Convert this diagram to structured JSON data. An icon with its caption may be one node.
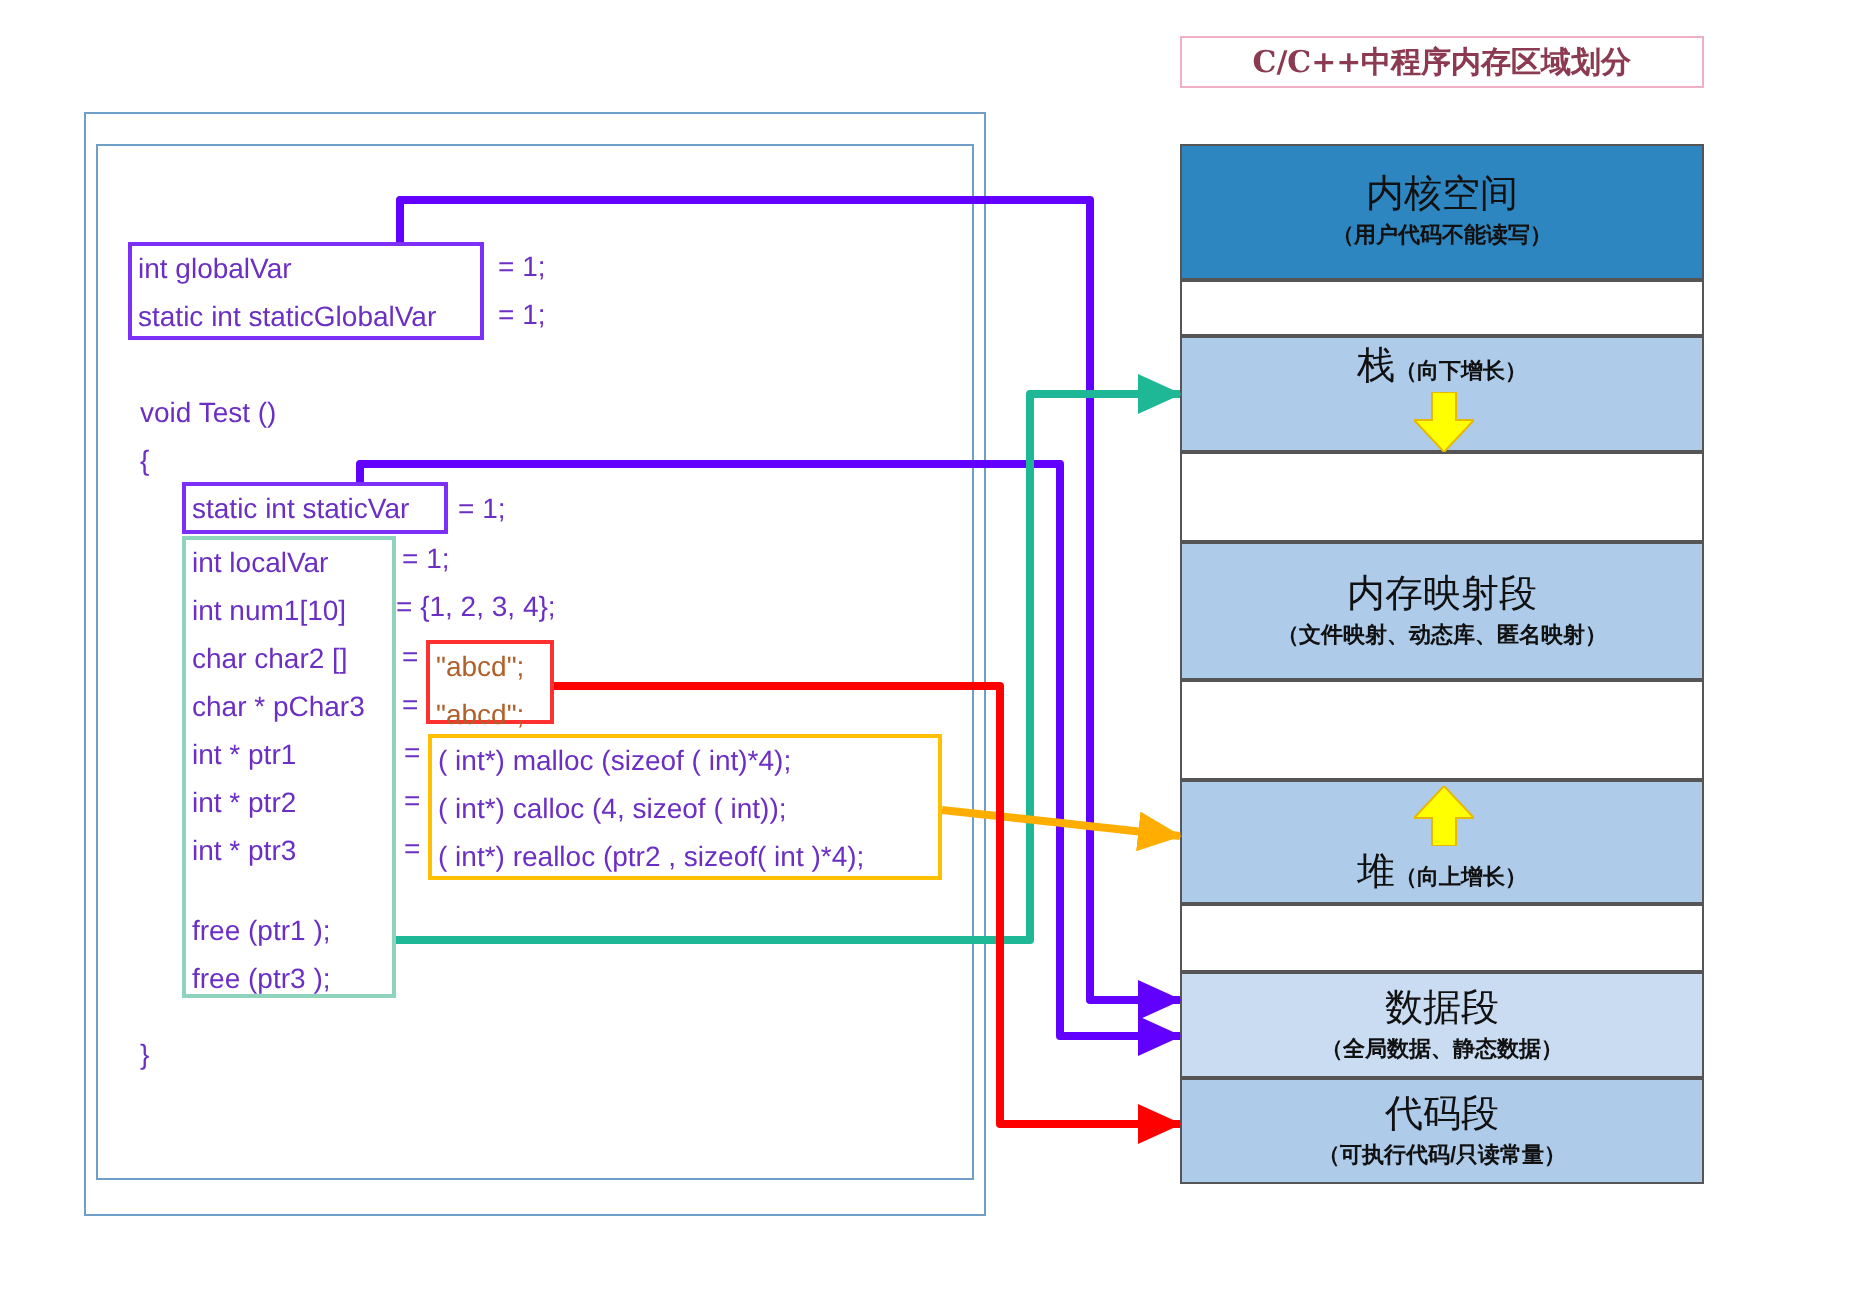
{
  "diagram": {
    "title": "C/C++中程序内存区域划分",
    "nodes": [
      {
        "text": [],
        "shape": "box"
      },
      {
        "text": [
          "int globalVar",
          "static int staticGlobalVar"
        ],
        "in": 0
      },
      {
        "text": [
          "static int staticVar"
        ],
        "in": 0
      },
      {
        "text": [
          "int localVar",
          "int num1[10]",
          "char char2 []",
          "char * pChar3",
          "int * ptr1",
          "int * ptr2",
          "int * ptr3",
          "free (ptr1 );",
          "free (ptr3 );"
        ],
        "in": 0
      },
      {
        "text": [
          "\"abcd\";",
          "\"abcd\";"
        ],
        "in": 0
      },
      {
        "text": [
          "( int*) malloc (sizeof ( int)*4);",
          "( int*) calloc (4, sizeof ( int));",
          "( int*) realloc (ptr2 , sizeof( int )*4);"
        ],
        "in": 0
      },
      {
        "text": [
          "内核空间",
          "（用户代码不能读写）"
        ]
      },
      {
        "text": [],
        "shape": "box"
      },
      {
        "text": [
          "栈",
          "（向下增长）"
        ]
      },
      {
        "text": [],
        "shape": "box"
      },
      {
        "text": [
          "内存映射段",
          "（文件映射、动态库、匿名映射）"
        ]
      },
      {
        "text": [],
        "shape": "box"
      },
      {
        "text": [
          "堆",
          "（向上增长）"
        ]
      },
      {
        "text": [],
        "shape": "box"
      },
      {
        "text": [
          "数据段",
          "（全局数据、静态数据）"
        ]
      },
      {
        "text": [
          "代码段",
          "（可执行代码/只读常量）"
        ]
      }
    ],
    "edges": [
      {
        "from": 1,
        "to": 14,
        "arrow": "to",
        "color": "#6200ff"
      },
      {
        "from": 2,
        "to": 14,
        "arrow": "to",
        "color": "#6200ff"
      },
      {
        "from": 3,
        "to": 8,
        "arrow": "to",
        "color": "#1fb896"
      },
      {
        "from": 5,
        "to": 12,
        "arrow": "to",
        "color": "#ffae00"
      },
      {
        "from": 4,
        "to": 15,
        "arrow": "to",
        "color": "#ff0000"
      }
    ],
    "labels": [
      "= 1;",
      "= 1;",
      "void Test ()",
      "{",
      "= 1;",
      "= 1;",
      "= {1, 2, 3, 4};",
      "=",
      "=",
      "=",
      "=",
      "=",
      "}"
    ]
  }
}
